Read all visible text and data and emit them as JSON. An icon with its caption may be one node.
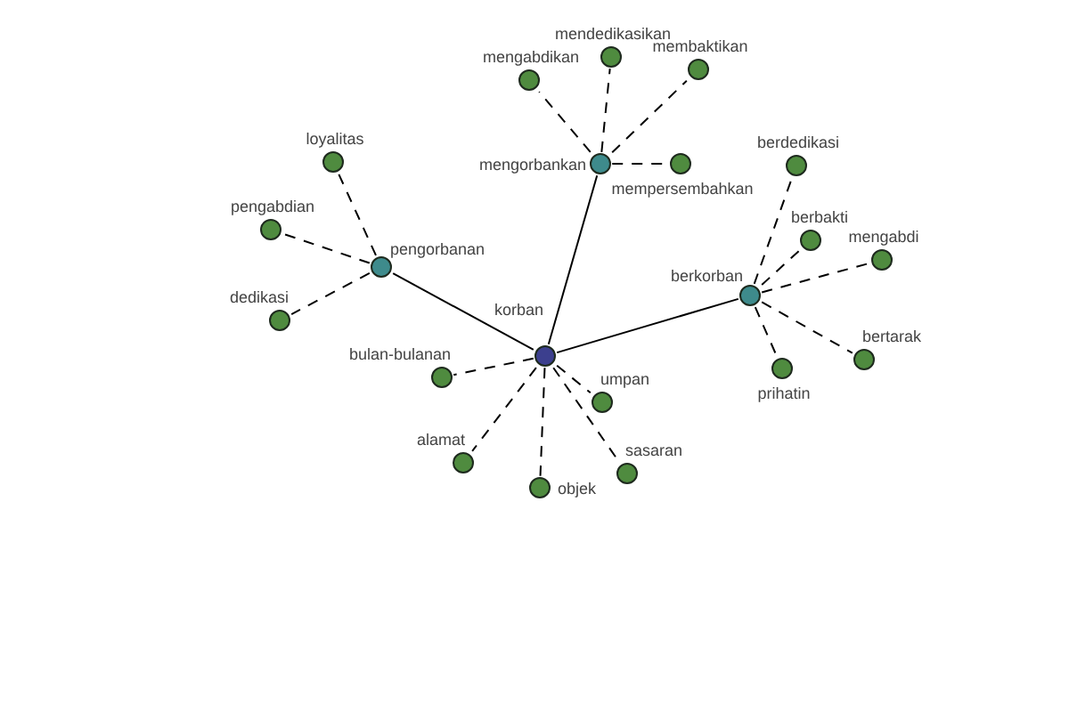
{
  "diagram": {
    "nodes": [
      {
        "text": [
          "mendedikasikan"
        ]
      },
      {
        "text": [
          "membaktikan"
        ]
      },
      {
        "text": [
          "mengabdikan"
        ]
      },
      {
        "text": [
          "mengorbankan"
        ]
      },
      {
        "text": [
          "mempersembahkan"
        ]
      },
      {
        "text": [
          "loyalitas"
        ]
      },
      {
        "text": [
          "berdedikasi"
        ]
      },
      {
        "text": [
          "pengabdian"
        ]
      },
      {
        "text": [
          "berbakti"
        ]
      },
      {
        "text": [
          "mengabdi"
        ]
      },
      {
        "text": [
          "pengorbanan"
        ]
      },
      {
        "text": [
          "berkorban"
        ]
      },
      {
        "text": [
          "dedikasi"
        ]
      },
      {
        "text": [
          "korban"
        ]
      },
      {
        "text": [
          "bertarak"
        ]
      },
      {
        "text": [
          "prihatin"
        ]
      },
      {
        "text": [
          "bulan-bulanan"
        ]
      },
      {
        "text": [
          "umpan"
        ]
      },
      {
        "text": [
          "alamat"
        ]
      },
      {
        "text": [
          "sasaran"
        ]
      },
      {
        "text": [
          "objek"
        ]
      }
    ],
    "edges": [
      {
        "from": 13,
        "to": 10,
        "arrow": "none"
      },
      {
        "from": 13,
        "to": 3,
        "arrow": "none"
      },
      {
        "from": 13,
        "to": 11,
        "arrow": "none"
      },
      {
        "from": 10,
        "to": 5,
        "arrow": "none",
        "style": "dashed"
      },
      {
        "from": 10,
        "to": 7,
        "arrow": "none",
        "style": "dashed"
      },
      {
        "from": 10,
        "to": 12,
        "arrow": "none",
        "style": "dashed"
      },
      {
        "from": 3,
        "to": 2,
        "arrow": "none",
        "style": "dashed"
      },
      {
        "from": 3,
        "to": 0,
        "arrow": "none",
        "style": "dashed"
      },
      {
        "from": 3,
        "to": 1,
        "arrow": "none",
        "style": "dashed"
      },
      {
        "from": 3,
        "to": 4,
        "arrow": "none",
        "style": "dashed"
      },
      {
        "from": 11,
        "to": 6,
        "arrow": "none",
        "style": "dashed"
      },
      {
        "from": 11,
        "to": 8,
        "arrow": "none",
        "style": "dashed"
      },
      {
        "from": 11,
        "to": 9,
        "arrow": "none",
        "style": "dashed"
      },
      {
        "from": 11,
        "to": 14,
        "arrow": "none",
        "style": "dashed"
      },
      {
        "from": 11,
        "to": 15,
        "arrow": "none",
        "style": "dashed"
      },
      {
        "from": 13,
        "to": 16,
        "arrow": "none",
        "style": "dashed"
      },
      {
        "from": 13,
        "to": 17,
        "arrow": "none",
        "style": "dashed"
      },
      {
        "from": 13,
        "to": 18,
        "arrow": "none",
        "style": "dashed"
      },
      {
        "from": 13,
        "to": 19,
        "arrow": "none",
        "style": "dashed"
      },
      {
        "from": 13,
        "to": 20,
        "arrow": "none",
        "style": "dashed"
      }
    ]
  }
}
